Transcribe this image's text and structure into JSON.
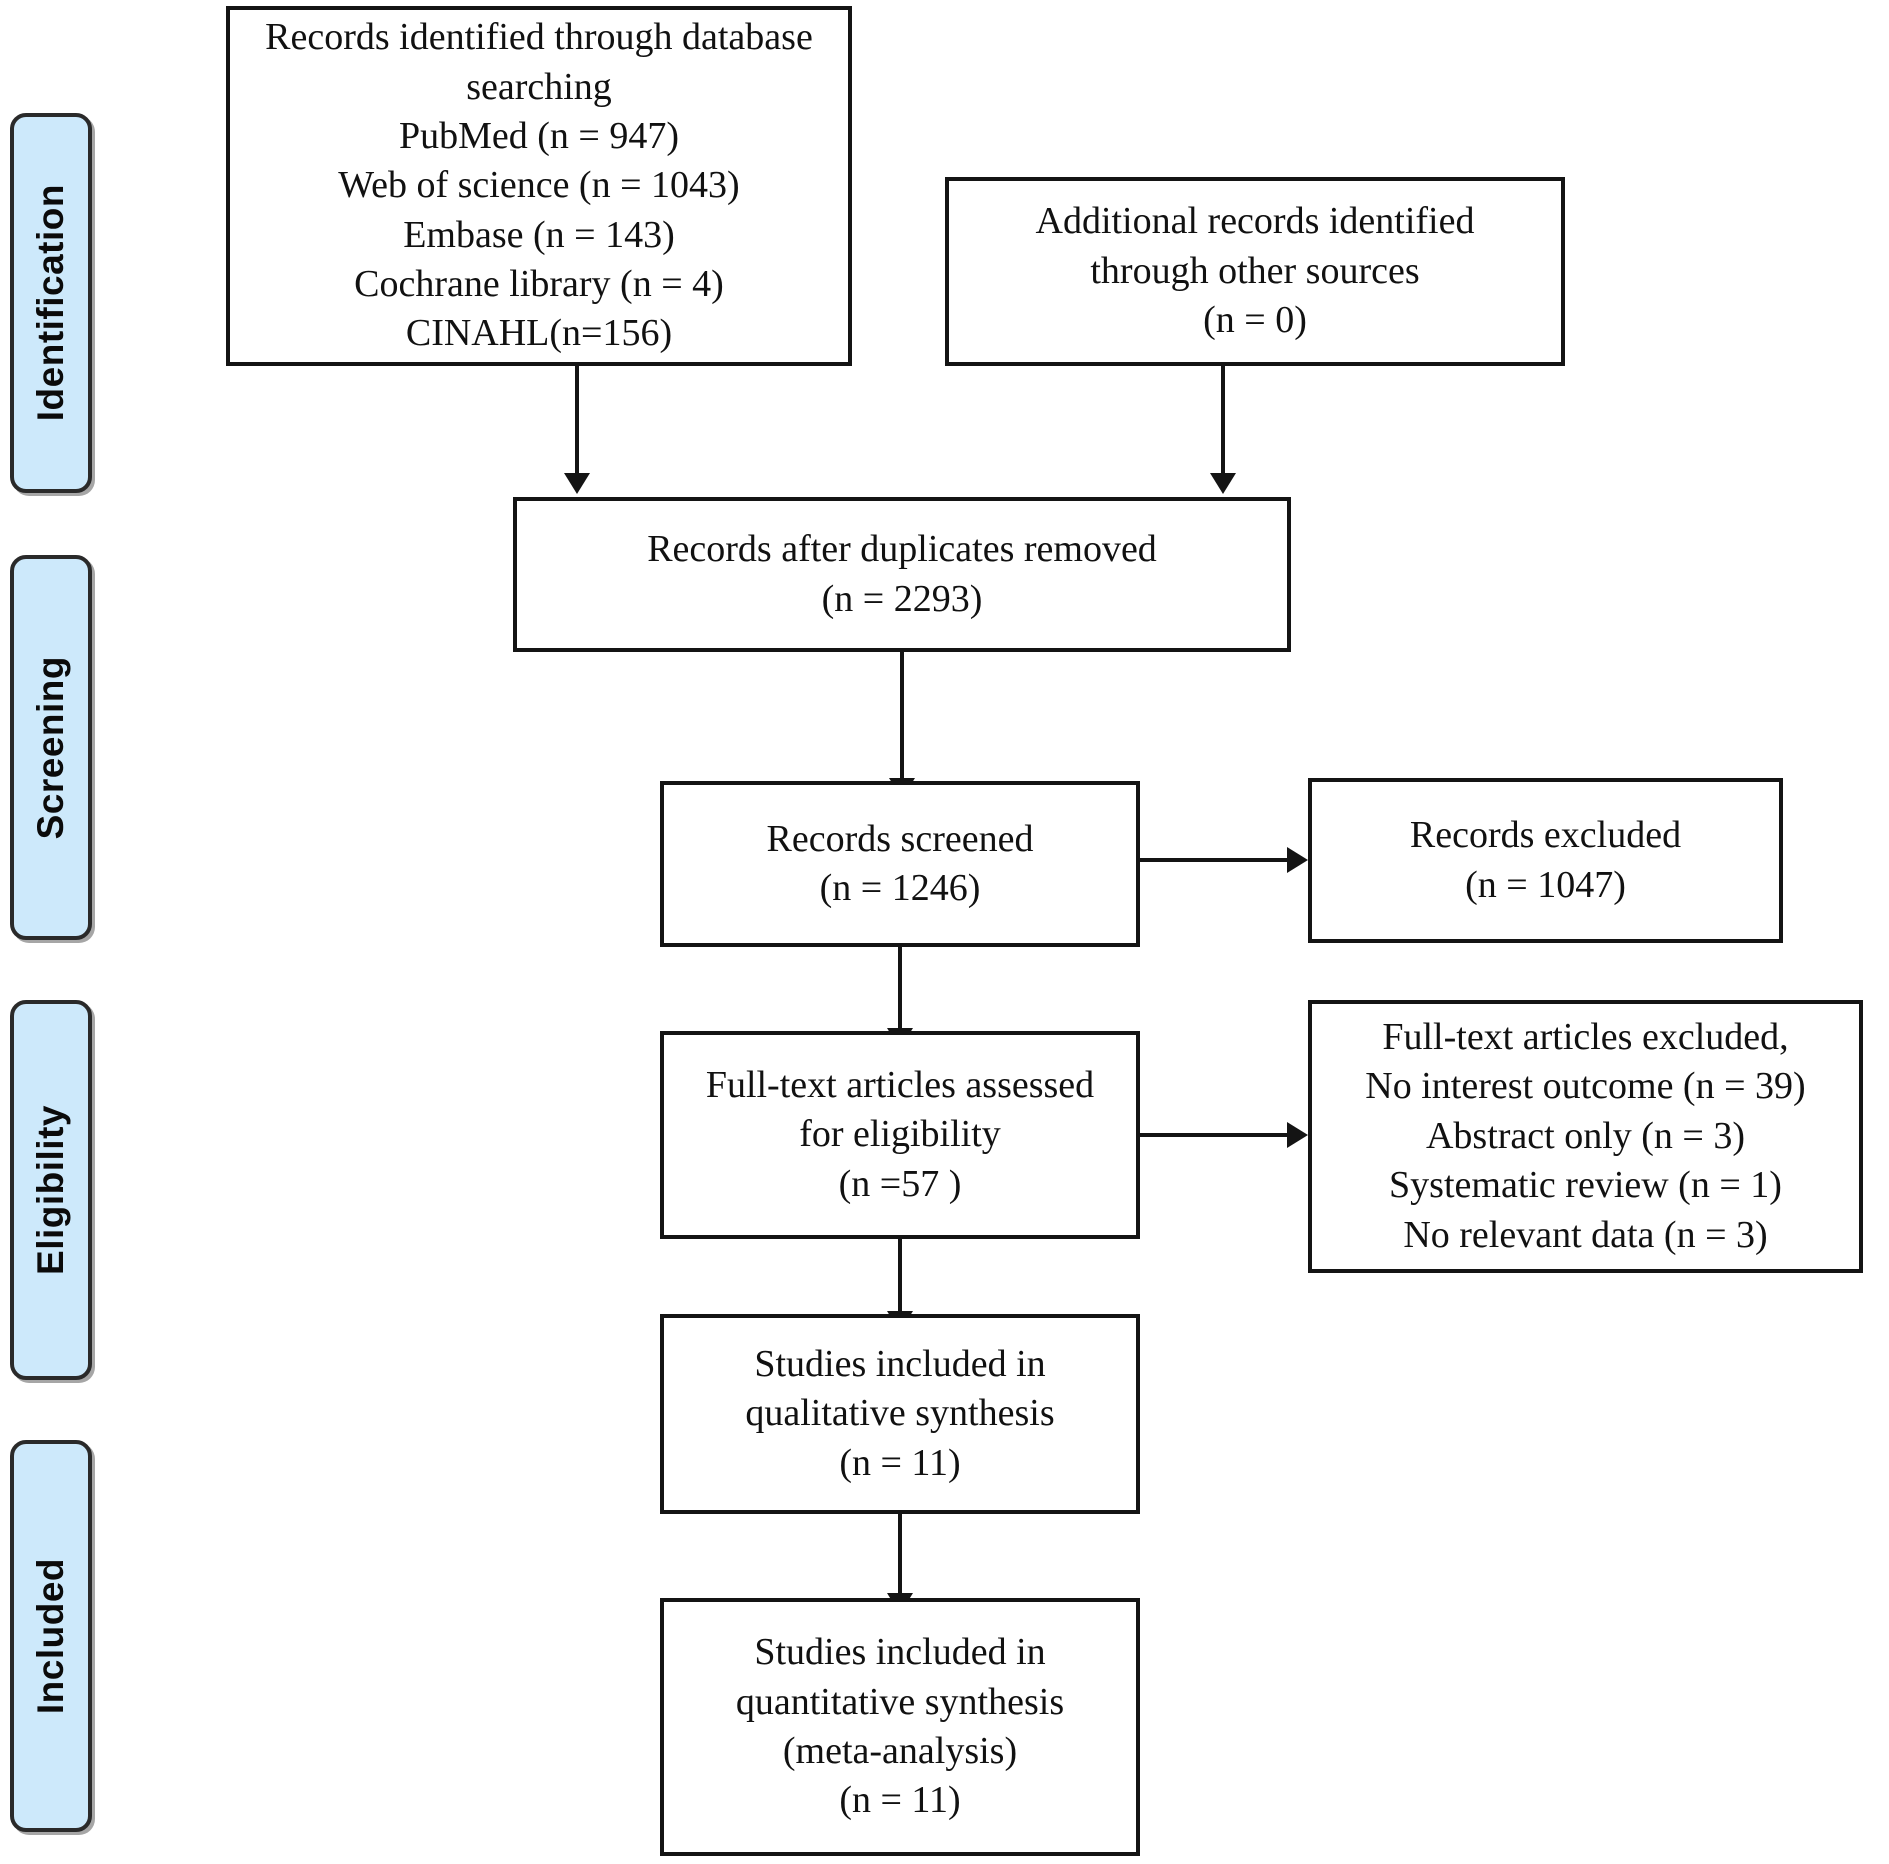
{
  "diagram": {
    "type": "prisma-flow-diagram",
    "stages": [
      {
        "id": "identification",
        "label": "Identification"
      },
      {
        "id": "screening",
        "label": "Screening"
      },
      {
        "id": "eligibility",
        "label": "Eligibility"
      },
      {
        "id": "included",
        "label": "Included"
      }
    ],
    "boxes": {
      "database_search": {
        "text": "Records identified through database\nsearching\nPubMed (n = 947)\nWeb of science (n = 1043)\nEmbase (n = 143)\nCochrane library (n = 4)\nCINAHL(n=156)",
        "sources": [
          {
            "name": "PubMed",
            "n": 947
          },
          {
            "name": "Web of science",
            "n": 1043
          },
          {
            "name": "Embase",
            "n": 143
          },
          {
            "name": "Cochrane library",
            "n": 4
          },
          {
            "name": "CINAHL",
            "n": 156
          }
        ]
      },
      "other_sources": {
        "text": "Additional records identified\nthrough other sources\n(n = 0)",
        "n": 0
      },
      "duplicates_removed": {
        "text": "Records after duplicates removed\n(n = 2293)",
        "n": 2293
      },
      "records_screened": {
        "text": "Records screened\n(n = 1246)",
        "n": 1246
      },
      "records_excluded": {
        "text": "Records excluded\n(n = 1047)",
        "n": 1047
      },
      "fulltext_assessed": {
        "text": "Full-text articles assessed\nfor eligibility\n(n =57 )",
        "n": 57
      },
      "fulltext_excluded": {
        "text": "Full-text articles excluded,\nNo interest outcome (n = 39)\nAbstract only (n = 3)\nSystematic review (n = 1)\nNo relevant data (n = 3)",
        "reasons": [
          {
            "reason": "No interest outcome",
            "n": 39
          },
          {
            "reason": "Abstract only",
            "n": 3
          },
          {
            "reason": "Systematic review",
            "n": 1
          },
          {
            "reason": "No relevant data",
            "n": 3
          }
        ]
      },
      "qualitative_synthesis": {
        "text": "Studies included in\nqualitative synthesis\n(n = 11)",
        "n": 11
      },
      "quantitative_synthesis": {
        "text": "Studies included in\nquantitative synthesis\n(meta-analysis)\n(n = 11)",
        "n": 11
      }
    },
    "colors": {
      "stage_fill": "#cde9fb",
      "stage_border": "#2a2a2a",
      "box_border": "#141414",
      "text": "#111111",
      "background": "#ffffff"
    }
  }
}
